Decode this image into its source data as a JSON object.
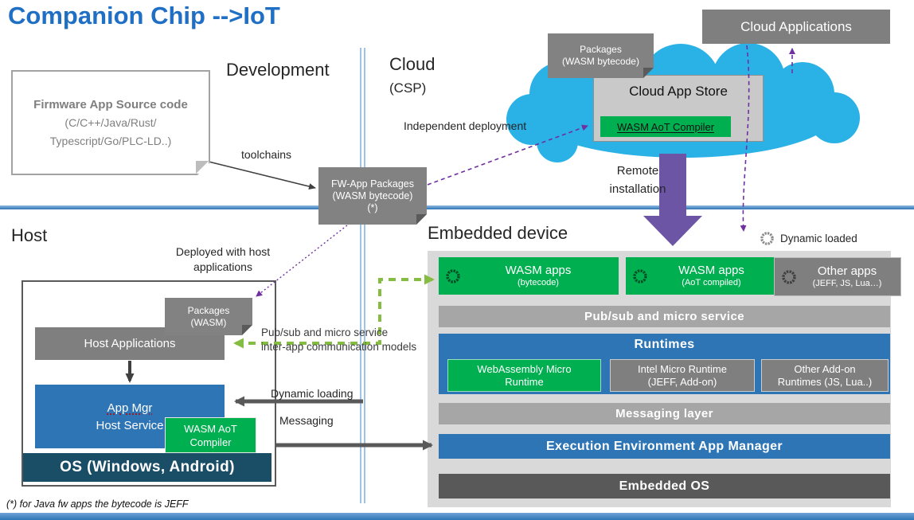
{
  "title": "Companion Chip -->IoT",
  "footnote": "(*) for Java fw apps the bytecode is JEFF",
  "labels": {
    "development": "Development",
    "cloud": "Cloud",
    "csp": "(CSP)",
    "toolchains": "toolchains",
    "independent_deployment": "Independent deployment",
    "remote": "Remote",
    "installation": "installation",
    "host": "Host",
    "embedded_device": "Embedded device",
    "deployed_with_host": "Deployed with host applications",
    "pubsub_line1": "Pub/sub and micro service",
    "pubsub_line2": "inter-app communication models",
    "dynamic_loading": "Dynamic loading",
    "messaging": "Messaging",
    "dynamic_loaded": "Dynamic loaded"
  },
  "cloud": {
    "applications": "Cloud Applications",
    "app_store": "Cloud App Store",
    "compiler": "WASM AoT Compiler",
    "note_line1": "Packages",
    "note_line2": "(WASM bytecode)"
  },
  "dev": {
    "firmware_line1": "Firmware App Source code",
    "firmware_line2": "(C/C++/Java/Rust/",
    "firmware_line3": "Typescript/Go/PLC-LD..)",
    "fw_note_line1": "FW-App Packages",
    "fw_note_line2": "(WASM bytecode)",
    "fw_note_line3": "(*)"
  },
  "host": {
    "note_line1": "Packages",
    "note_line2": "(WASM)",
    "applications": "Host Applications",
    "appmgr_line1": "App Mgr",
    "appmgr_line2": "Host Service",
    "compiler_line1": "WASM AoT",
    "compiler_line2": "Compiler",
    "os": "OS (Windows, Android)"
  },
  "embedded": {
    "apps": [
      {
        "title": "WASM apps",
        "subtitle": "(bytecode)"
      },
      {
        "title": "WASM apps",
        "subtitle": "(AoT compiled)"
      },
      {
        "title": "Other apps",
        "subtitle": "(JEFF, JS, Lua…)"
      }
    ],
    "pubsub_bar": "Pub/sub and micro service",
    "runtimes_title": "Runtimes",
    "runtimes": [
      {
        "line1": "WebAssembly Micro",
        "line2": "Runtime"
      },
      {
        "line1": "Intel Micro Runtime",
        "line2": "(JEFF, Add-on)"
      },
      {
        "line1": "Other Add-on",
        "line2": "Runtimes (JS, Lua..)"
      }
    ],
    "messaging_bar": "Messaging layer",
    "eeam_bar": "Execution Environment App Manager",
    "os_bar": "Embedded OS"
  },
  "colors": {
    "title_blue": "#1F6FC5",
    "accent_blue": "#2E75B6",
    "green": "#00B050",
    "gray_box": "#7F7F7F",
    "panel_gray": "#D9D9D9",
    "cloud_cyan": "#2AB1E6",
    "purple_arrow": "#6C55A4",
    "purple_dashed": "#7030A0",
    "green_dashed": "#84BD41",
    "os_teal": "#1A4E66",
    "dark_bar": "#595959"
  },
  "icons": {
    "loading_spinner": "segmented-ring"
  }
}
